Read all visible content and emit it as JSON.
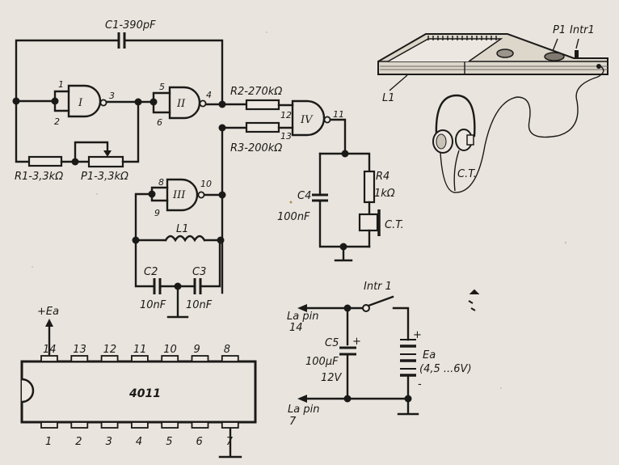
{
  "diagram": {
    "type": "electronic schematic",
    "colors": {
      "ink": "#1b1a18",
      "paper": "#e9e5de"
    },
    "components": {
      "C1": "C1-390pF",
      "R1": "R1-3,3kΩ",
      "P1": "P1-3,3kΩ",
      "R2": "R2-270kΩ",
      "R3": "R3-200kΩ",
      "L1": "L1",
      "C2": "C2",
      "C2_value": "10nF",
      "C3": "C3",
      "C3_value": "10nF",
      "C4": "C4",
      "C4_value": "100nF",
      "R4": "R4",
      "R4_value": "1kΩ",
      "CT": "C.T.",
      "C5": "C5",
      "C5_value": "100μF",
      "C5_voltage": "12V",
      "switch": "Intr 1",
      "battery": "Ea",
      "battery_range": "(4,5 ...6V)",
      "plus": "+",
      "minus": "-"
    },
    "gates": [
      {
        "id": "I",
        "inputs": [
          "1",
          "2"
        ],
        "output": "3"
      },
      {
        "id": "II",
        "inputs": [
          "5",
          "6"
        ],
        "output": "4"
      },
      {
        "id": "III",
        "inputs": [
          "8",
          "9"
        ],
        "output": "10"
      },
      {
        "id": "IV",
        "inputs": [
          "12",
          "13"
        ],
        "output": "11"
      }
    ],
    "power_links": {
      "to_pin14": "La pin",
      "to_pin14_num": "14",
      "to_pin7": "La pin",
      "to_pin7_num": "7"
    },
    "ic": {
      "name": "4011",
      "supply": "+Ea",
      "top_pins": [
        "14",
        "13",
        "12",
        "11",
        "10",
        "9",
        "8"
      ],
      "bottom_pins": [
        "1",
        "2",
        "3",
        "4",
        "5",
        "6",
        "7"
      ]
    },
    "illustration": {
      "coil_label": "L1",
      "pot_label": "P1",
      "switch_label": "Intr1",
      "headphones_label": "C.T."
    }
  }
}
